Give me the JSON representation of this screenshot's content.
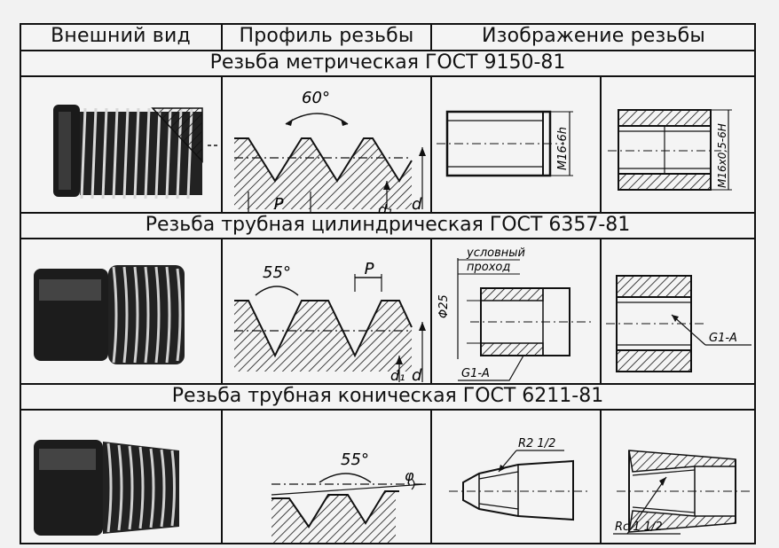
{
  "headers": {
    "external_view": "Внешний вид",
    "thread_profile": "Профиль резьбы",
    "thread_image": "Изображение резьбы"
  },
  "sections": [
    {
      "title": "Резьба метрическая ГОСТ 9150-81",
      "labels": {
        "angle": "60°",
        "pitch": "P",
        "d1": "d₁",
        "d": "d",
        "rod_dim": "M16-6h",
        "hole_dim": "M16x0,5-6H"
      }
    },
    {
      "title": "Резьба трубная цилиндрическая ГОСТ 6357-81",
      "labels": {
        "angle": "55°",
        "pitch": "P",
        "d1": "d₁",
        "d": "d",
        "phi": "Φ25",
        "nominal_1": "условный",
        "nominal_2": "проход",
        "rod_dim": "G1-A",
        "hole_dim": "G1-A"
      }
    },
    {
      "title": "Резьба трубная коническая ГОСТ 6211-81",
      "labels": {
        "angle": "55°",
        "phi": "φ",
        "rod_dim": "R2 1/2",
        "hole_dim": "Rc 1 1/2"
      }
    }
  ]
}
